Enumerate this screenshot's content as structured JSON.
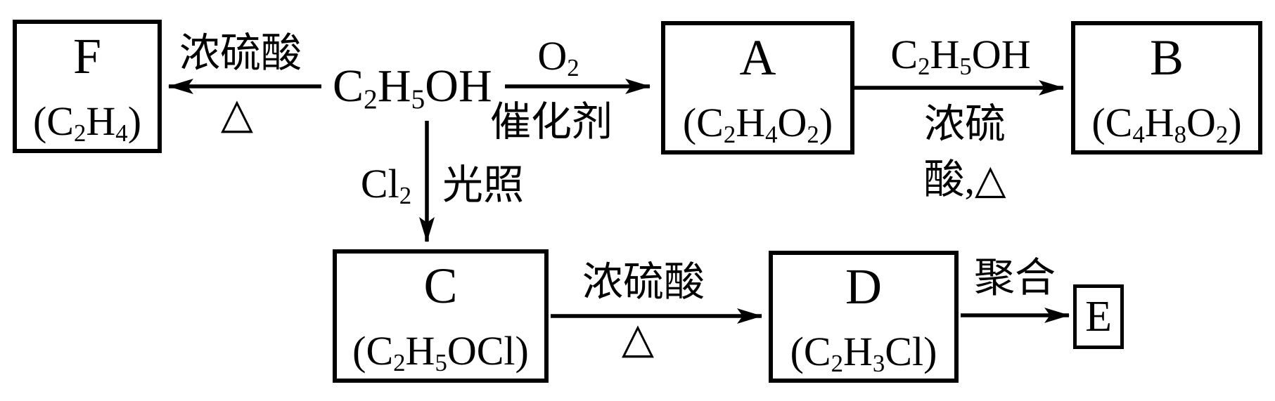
{
  "colors": {
    "ink": "#000000",
    "background": "#ffffff"
  },
  "diagram": {
    "central_reactant": "C_2H_5OH",
    "boxes": [
      {
        "id": "F",
        "letter": "F",
        "formula": "(C_2H_4)"
      },
      {
        "id": "A",
        "letter": "A",
        "formula": "(C_2H_4O_2)"
      },
      {
        "id": "B",
        "letter": "B",
        "formula": "(C_4H_8O_2)"
      },
      {
        "id": "C",
        "letter": "C",
        "formula": "(C_2H_5OCl)"
      },
      {
        "id": "D",
        "letter": "D",
        "formula": "(C_2H_3Cl)"
      },
      {
        "id": "E",
        "letter": "E"
      }
    ],
    "arrows": [
      {
        "from": "C2H5OH",
        "to": "F",
        "above": "浓硫酸",
        "below": "△"
      },
      {
        "from": "C2H5OH",
        "to": "A",
        "above": "O_2",
        "below": "催化剂"
      },
      {
        "from": "A",
        "to": "B",
        "above": "C_2H_5OH",
        "below_line1": "浓硫",
        "below_line2": "酸,△"
      },
      {
        "from": "C2H5OH",
        "to": "C",
        "left": "Cl_2",
        "right": "光照"
      },
      {
        "from": "C",
        "to": "D",
        "above": "浓硫酸",
        "below": "△"
      },
      {
        "from": "D",
        "to": "E",
        "above": "聚合"
      }
    ]
  }
}
